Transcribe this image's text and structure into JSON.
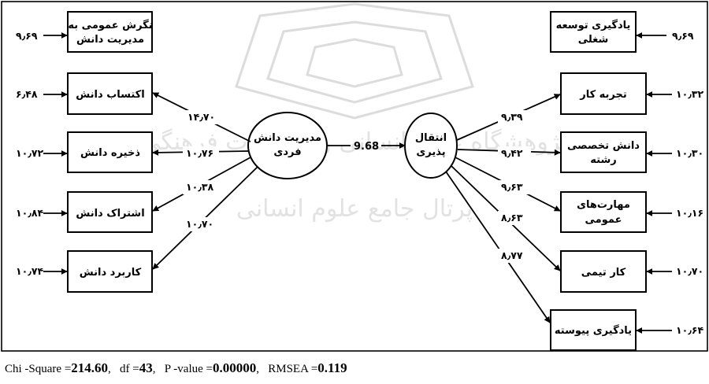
{
  "latent": {
    "left": {
      "line1": "مدیریت دانش",
      "line2": "فردی"
    },
    "right": {
      "line1": "انتقال",
      "line2": "پذیری"
    },
    "path_coefficient": "9.68"
  },
  "left_items": [
    {
      "line1": "نگرش عمومی به",
      "line2": "مدیریت دانش",
      "error": "۹٫۶۹",
      "loading": ""
    },
    {
      "line1": "اکتساب دانش",
      "line2": "",
      "error": "۶٫۴۸",
      "loading": "۱۴٫۷۰"
    },
    {
      "line1": "ذخیره دانش",
      "line2": "",
      "error": "۱۰٫۷۲",
      "loading": "۱۰٫۷۶"
    },
    {
      "line1": "اشتراک دانش",
      "line2": "",
      "error": "۱۰٫۸۴",
      "loading": "۱۰٫۳۸"
    },
    {
      "line1": "کاربرد دانش",
      "line2": "",
      "error": "۱۰٫۷۴",
      "loading": "۱۰٫۷۰"
    }
  ],
  "right_items": [
    {
      "line1": "یادگیری توسعه",
      "line2": "شغلی",
      "error": "۹٫۶۹",
      "loading": ""
    },
    {
      "line1": "تجربه کار",
      "line2": "",
      "error": "۱۰٫۳۲",
      "loading": "۹٫۳۹"
    },
    {
      "line1": "دانش تخصصی",
      "line2": "رشته",
      "error": "۱۰٫۳۰",
      "loading": "۹٫۴۲"
    },
    {
      "line1": "مهارت‌های",
      "line2": "عمومی",
      "error": "۱۰٫۱۶",
      "loading": "۹٫۶۳"
    },
    {
      "line1": "کار تیمی",
      "line2": "",
      "error": "۱۰٫۷۰",
      "loading": "۸٫۶۳"
    },
    {
      "line1": "یادگیری پیوسته",
      "line2": "",
      "error": "۱۰٫۶۴",
      "loading": "۸٫۷۷"
    }
  ],
  "fit": {
    "chi_label": "Chi -Square =",
    "chi_value": "214.60",
    "sep1": ",",
    "df_label": "df =",
    "df_value": "43",
    "sep2": ",",
    "p_label": "P -value =",
    "p_value": "0.00000",
    "sep3": ",",
    "rmsea_label": "RMSEA =",
    "rmsea_value": "0.119"
  },
  "watermark": {
    "line1": "پژوهشگاه علوم انسانی و مطالعات فرهنگی",
    "line2": "پرتال جامع علوم انسانی"
  }
}
